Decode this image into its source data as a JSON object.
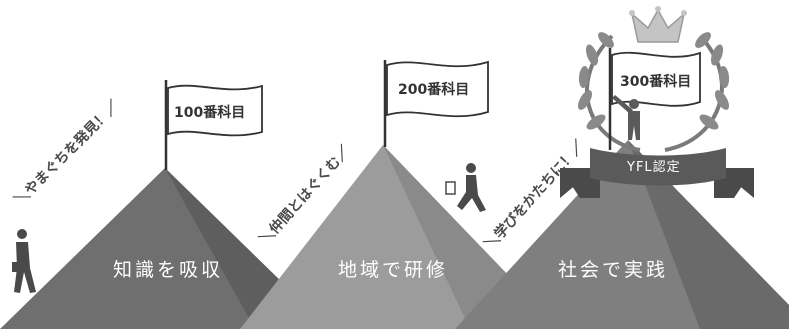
{
  "stages": [
    {
      "flag_label": "100番科目",
      "mountain_label": "知識を吸収",
      "slope_label": "＼やまぐちを発見！／"
    },
    {
      "flag_label": "200番科目",
      "mountain_label": "地域で研修",
      "slope_label": "＼仲間とはぐくむ／"
    },
    {
      "flag_label": "300番科目",
      "mountain_label": "社会で実践",
      "slope_label": "＼学びをかたちに！／"
    }
  ],
  "certification": {
    "badge_label": "YFL認定",
    "crown_icon": "crown-icon",
    "wreath_icon": "laurel-wreath-icon"
  },
  "colors": {
    "mountain_1": "#6f6f6f",
    "mountain_2": "#9c9c9c",
    "mountain_3": "#7f7f7f",
    "ribbon": "#5a5a5a",
    "flag_outline": "#333333"
  }
}
